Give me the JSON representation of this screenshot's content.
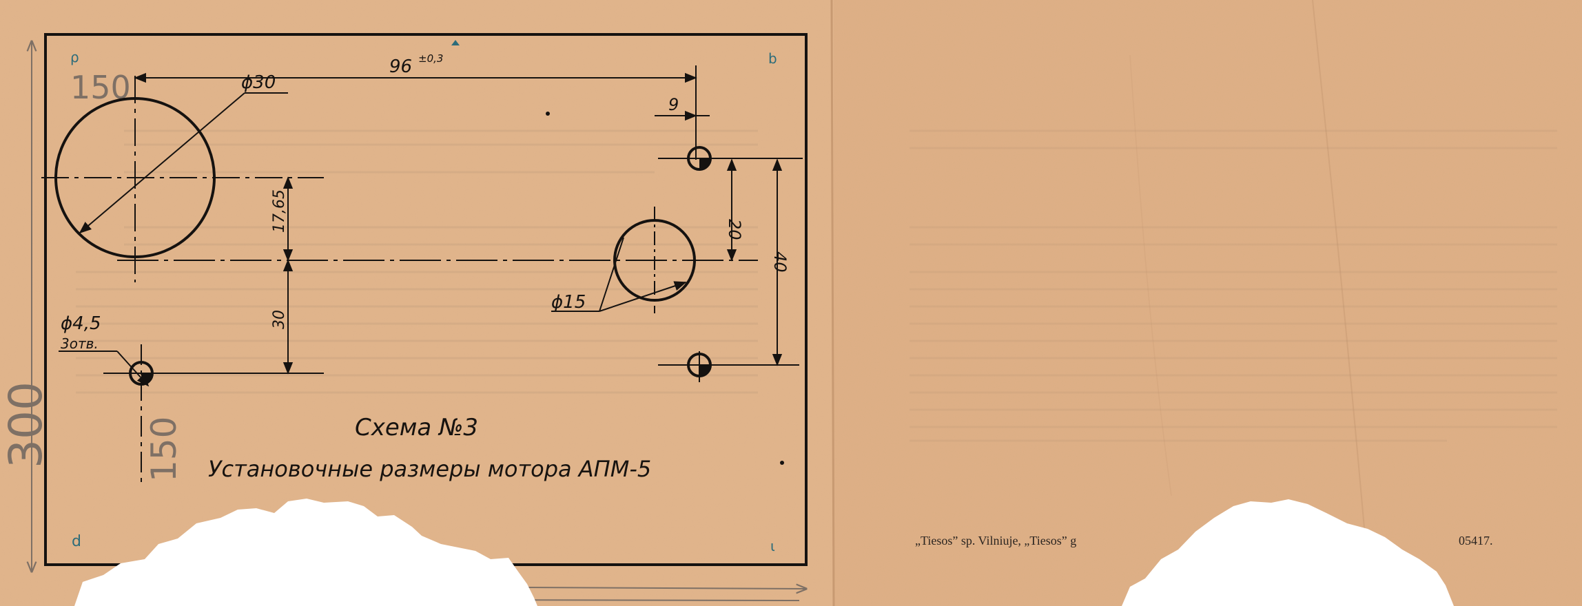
{
  "scheme": {
    "title": "Схема №3",
    "subtitle": "Установочные размеры мотора АПМ-5"
  },
  "dimensions": {
    "overall_width": "96",
    "tolerance": "±0,3",
    "big_hole_diameter": "ϕ30",
    "medium_hole_diameter": "ϕ15",
    "small_hole_diameter": "ϕ4,5",
    "holes_count": "3отв.",
    "offset_9": "9",
    "spacing_20_right": "20",
    "spacing_40": "40",
    "vertical_17_65": "17,65",
    "vertical_30": "30"
  },
  "pencil_marks": {
    "size_150_top": "150",
    "size_300": "300",
    "size_150_side": "150"
  },
  "footer": {
    "printer_line_left": "„Tiesos” sp. Vilniuje, „Tiesos” g",
    "order_number": "05417."
  },
  "colors": {
    "paper": "#e2b58c",
    "ink": "#151210",
    "pencil": "#7e7065",
    "torn_edge": "#ffffff"
  }
}
